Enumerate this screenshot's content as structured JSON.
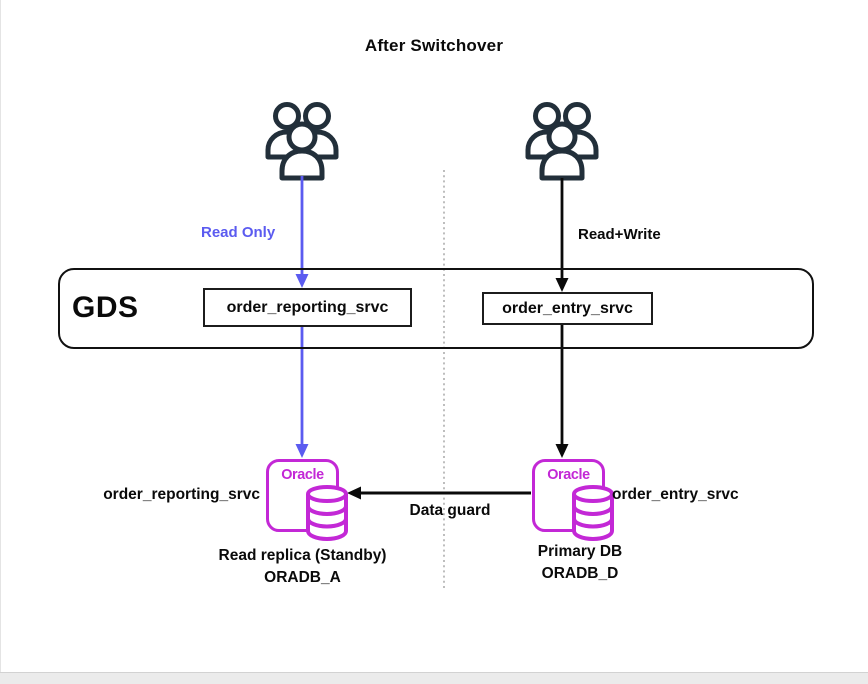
{
  "title": "After Switchover",
  "colors": {
    "read_only_accent": "#5b5bf0",
    "oracle_magenta": "#c328d6",
    "users_icon_dark": "#222f3a",
    "line_black": "#0a0a0a",
    "divider_gray": "#9a9a9a"
  },
  "icons": {
    "users_group": "users-group-icon",
    "database": "database-cylinder-icon"
  },
  "gds": {
    "label": "GDS"
  },
  "left_flow": {
    "access_label": "Read Only",
    "gds_service": "order_reporting_srvc",
    "db_service_label": "order_reporting_srvc",
    "db_vendor": "Oracle",
    "db_caption_line1": "Read replica (Standby)",
    "db_caption_line2": "ORADB_A"
  },
  "right_flow": {
    "access_label": "Read+Write",
    "gds_service": "order_entry_srvc",
    "db_service_label": "order_entry_srvc",
    "db_vendor": "Oracle",
    "db_caption_line1": "Primary DB",
    "db_caption_line2": "ORADB_D"
  },
  "replication": {
    "label": "Data guard"
  }
}
